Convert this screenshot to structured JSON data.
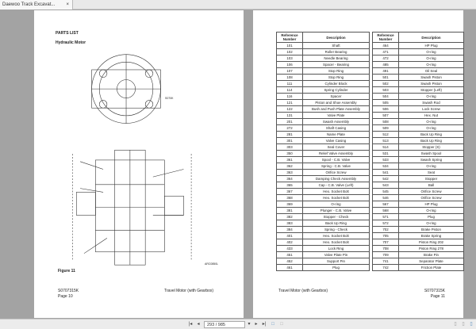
{
  "tab": {
    "title": "Daewoo Track Excavat...",
    "close": "×"
  },
  "left_page": {
    "section": "PARTS LIST",
    "subtitle": "Hydraulic Motor",
    "figure": "Figure 11",
    "drawing_code": "ARC0850L",
    "drawing_label": "S070K",
    "doc_no": "S0707315K",
    "page": "Page 10",
    "footer_title": "Travel Motor (with Gearbox)"
  },
  "right_page": {
    "doc_no": "S0707315K",
    "page": "Page 11",
    "footer_title": "Travel Motor (with Gearbox)",
    "header_ref": "Reference Number",
    "header_desc": "Description",
    "table_left": [
      [
        "101",
        "Shaft"
      ],
      [
        "102",
        "Roller Bearing"
      ],
      [
        "103",
        "Needle Bearing"
      ],
      [
        "106",
        "Spacer - Bearing"
      ],
      [
        "107",
        "Stop Ring"
      ],
      [
        "108",
        "Stop Ring"
      ],
      [
        "111",
        "Cylinder Block"
      ],
      [
        "114",
        "Spring Cylinder"
      ],
      [
        "116",
        "Spacer"
      ],
      [
        "121",
        "Piston and Shoe Assembly"
      ],
      [
        "122",
        "Bush and Push Plate Assembly"
      ],
      [
        "131",
        "Valve Plate"
      ],
      [
        "201",
        "Swash Assembly"
      ],
      [
        "272",
        "Shaft Casing"
      ],
      [
        "281",
        "Name Plate"
      ],
      [
        "301",
        "Valve Casing"
      ],
      [
        "303",
        "Seal Cover"
      ],
      [
        "350",
        "Relief Valve Assembly"
      ],
      [
        "361",
        "Spool - C.B. Valve"
      ],
      [
        "362",
        "Spring - C.B. Valve"
      ],
      [
        "363",
        "Orifice Screw"
      ],
      [
        "364",
        "Damping Check Assembly"
      ],
      [
        "365",
        "Cap - C.B. Valve (Left)"
      ],
      [
        "367",
        "Hex. Socket Bolt"
      ],
      [
        "368",
        "Hex. Socket Bolt"
      ],
      [
        "369",
        "O-ring"
      ],
      [
        "381",
        "Plunger - C.B. Valve"
      ],
      [
        "382",
        "Stopper - Check"
      ],
      [
        "383",
        "Back Up Ring"
      ],
      [
        "384",
        "Spring - Check"
      ],
      [
        "401",
        "Hex. Socket Bolt"
      ],
      [
        "402",
        "Hex. Socket Bolt"
      ],
      [
        "433",
        "Lock Ring"
      ],
      [
        "451",
        "Valve Plate Pin"
      ],
      [
        "452",
        "Support Pin"
      ],
      [
        "461",
        "Plug"
      ]
    ],
    "table_right": [
      [
        "464",
        "HP Plug"
      ],
      [
        "471",
        "O-ring"
      ],
      [
        "472",
        "O-ring"
      ],
      [
        "485",
        "O-ring"
      ],
      [
        "491",
        "Oil Seal"
      ],
      [
        "501",
        "Swash Piston"
      ],
      [
        "502",
        "Swash Piston"
      ],
      [
        "503",
        "Stopper (Left)"
      ],
      [
        "504",
        "O-ring"
      ],
      [
        "505",
        "Swash Rod"
      ],
      [
        "506",
        "Lock Screw"
      ],
      [
        "507",
        "Hex. Nut"
      ],
      [
        "508",
        "O-ring"
      ],
      [
        "509",
        "O-ring"
      ],
      [
        "512",
        "Back Up Ring"
      ],
      [
        "513",
        "Back Up Ring"
      ],
      [
        "514",
        "Stopper (S)"
      ],
      [
        "531",
        "Swash Spool"
      ],
      [
        "533",
        "Swash Spring"
      ],
      [
        "534",
        "O-ring"
      ],
      [
        "541",
        "Seat"
      ],
      [
        "542",
        "Stopper"
      ],
      [
        "543",
        "Ball"
      ],
      [
        "545",
        "Orifice Screw"
      ],
      [
        "546",
        "Orifice Screw"
      ],
      [
        "567",
        "HP Plug"
      ],
      [
        "568",
        "O-ring"
      ],
      [
        "571",
        "Plug"
      ],
      [
        "572",
        "O-ring"
      ],
      [
        "702",
        "Brake Piston"
      ],
      [
        "705",
        "Brake Spring"
      ],
      [
        "707",
        "Piston Ring 202"
      ],
      [
        "708",
        "Piston Ring 278"
      ],
      [
        "709",
        "Brake Pin"
      ],
      [
        "741",
        "Separator Plate"
      ],
      [
        "742",
        "Friction Plate"
      ]
    ]
  },
  "toolbar": {
    "page_input": "293 / 985",
    "first": "first-page-icon",
    "prev": "prev-page-icon",
    "next": "next-page-icon",
    "last": "last-page-icon"
  }
}
